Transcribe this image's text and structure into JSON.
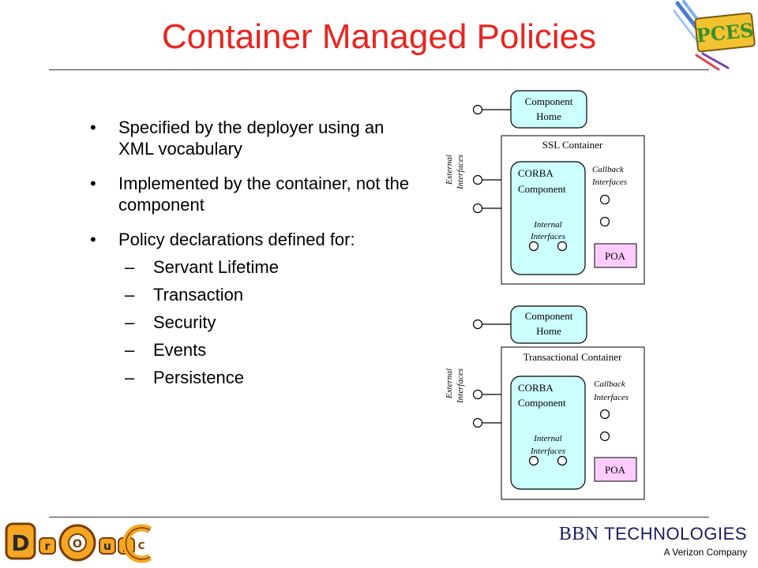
{
  "title": "Container Managed Policies",
  "bullets": [
    "Specified by the deployer using an XML vocabulary",
    "Implemented by the container, not the component",
    "Policy declarations defined for:"
  ],
  "sub_bullets": [
    "Servant Lifetime",
    "Transaction",
    "Security",
    "Events",
    "Persistence"
  ],
  "bullet_symbol": "•",
  "sub_symbol": "–",
  "diagram_top": {
    "home_line1": "Component",
    "home_line2": "Home",
    "container_label": "SSL Container",
    "external_line1": "External",
    "external_line2": "Interfaces",
    "corba_line1": "CORBA",
    "corba_line2": "Component",
    "callback_line1": "Callback",
    "callback_line2": "Interfaces",
    "internal_line1": "Internal",
    "internal_line2": "Interfaces",
    "poa": "POA"
  },
  "diagram_bottom": {
    "home_line1": "Component",
    "home_line2": "Home",
    "container_label": "Transactional Container",
    "external_line1": "External",
    "external_line2": "Interfaces",
    "corba_line1": "CORBA",
    "corba_line2": "Component",
    "callback_line1": "Callback",
    "callback_line2": "Interfaces",
    "internal_line1": "Internal",
    "internal_line2": "Interfaces",
    "poa": "POA"
  },
  "logos": {
    "pces": "PCES",
    "doc_letters": [
      "D",
      "r",
      "O",
      "u",
      "p",
      "C"
    ],
    "bbn_name": "BBN",
    "bbn_tech": "TECHNOLOGIES",
    "bbn_tagline": "A Verizon Company"
  },
  "colors": {
    "title": "#e8251f",
    "component_fill": "#ccffff",
    "poa_fill": "#ffccff",
    "bbn_navy": "#1a1a60",
    "doc_logo": "#f5a623"
  }
}
